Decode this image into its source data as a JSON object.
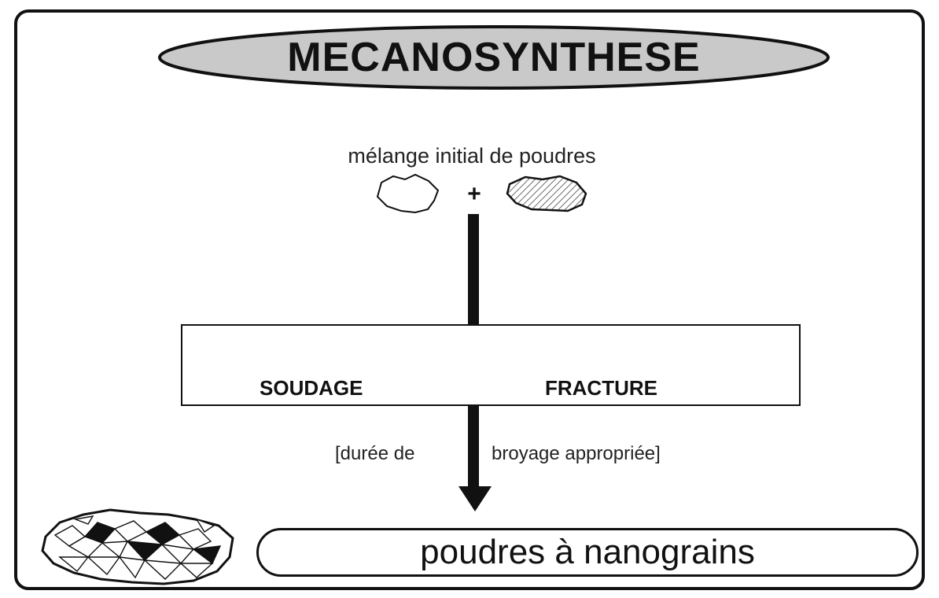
{
  "diagram": {
    "title": "MECANOSYNTHESE",
    "initial_mixture_label": "mélange initial de poudres",
    "plus_sign": "+",
    "process": {
      "welding_label": "SOUDAGE",
      "fracture_label": "FRACTURE"
    },
    "duration_label_left": "[durée de",
    "duration_label_right": "broyage appropriée]",
    "result_label": "poudres à nanograins"
  },
  "colors": {
    "title_fill": "#c9c9c9",
    "ink": "#111111",
    "background": "#ffffff"
  },
  "icons": {
    "powder_a": "blank-particle-icon",
    "powder_b": "hatched-particle-icon",
    "small_particles": "scattered-particles-icon",
    "welded_particle": "welded-particle-icon",
    "fractured_particles": "fragments-icon",
    "large_particle": "composite-particle-icon",
    "nanograin_powder": "nanograin-particle-icon"
  }
}
